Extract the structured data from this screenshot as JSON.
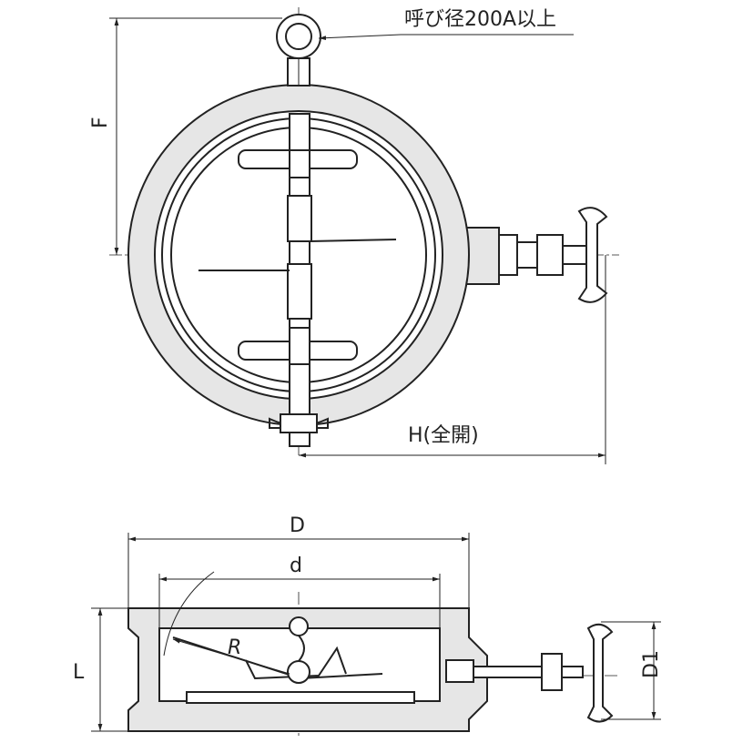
{
  "title": "ウェハー形スイングチェッキ弁 寸法図",
  "labels": {
    "note": "呼び径200A以上",
    "F": "F",
    "H": "H(全開)",
    "D": "D",
    "d": "d",
    "L": "L",
    "R": "R",
    "D1": "D1"
  }
}
